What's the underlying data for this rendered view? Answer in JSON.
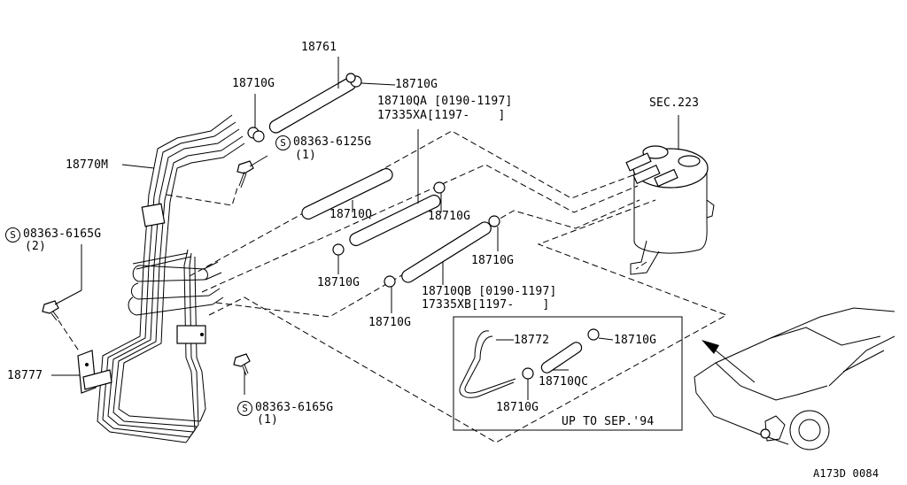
{
  "labels": {
    "p18761": "18761",
    "p18710g_top_left": "18710G",
    "p18710g_top_right": "18710G",
    "p18710qa": "18710QA [0190-1197]",
    "p17335xa": "17335XA[1197-    ]",
    "sec223": "SEC.223",
    "p18770m": "18770M",
    "bolt_top_code": "08363-6125G",
    "bolt_top_qty": "(1)",
    "p18710q": "18710Q",
    "p18710g_mid": "18710G",
    "bolt_left_code": "08363-6165G",
    "bolt_left_qty": "(2)",
    "p18710g_right": "18710G",
    "p18710g_center": "18710G",
    "p18710qb": "18710QB [0190-1197]",
    "p17335xb": "17335XB[1197-    ]",
    "p18710g_lower": "18710G",
    "p18777": "18777",
    "p18772": "18772",
    "p18710g_box": "18710G",
    "p18710qc": "18710QC",
    "p18710g_box_bottom": "18710G",
    "up_to_sep": "UP TO SEP.'94",
    "bolt_bottom_code": "08363-6165G",
    "bolt_bottom_qty": "(1)",
    "figure_code": "A173D 0084"
  },
  "symbols": {
    "screw_mark": "S"
  }
}
